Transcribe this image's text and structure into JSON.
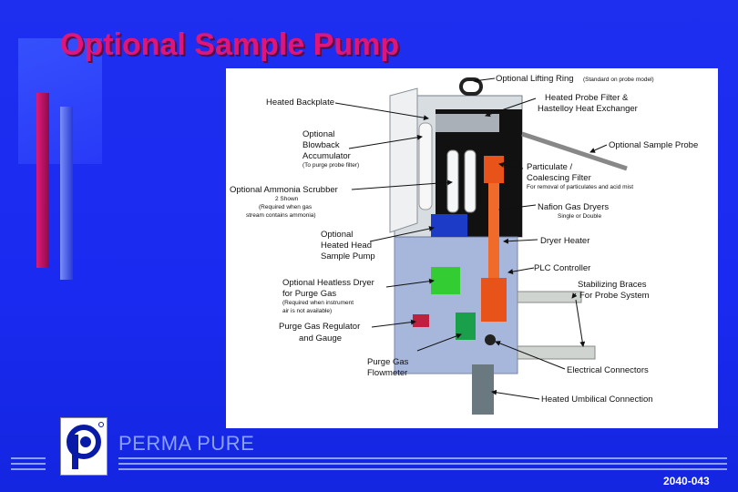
{
  "slide": {
    "title": "Optional Sample Pump",
    "brand": "PERMA PURE",
    "slide_number": "2040-043",
    "colors": {
      "background": "#1f2ff0",
      "title": "#e0157a",
      "accent_bar": "#c0106a"
    }
  },
  "diagram": {
    "labels": {
      "lifting_ring": "Optional Lifting Ring",
      "lifting_ring_note": "(Standard on probe model)",
      "heated_backplate": "Heated Backplate",
      "probe_filter_1": "Heated Probe Filter &",
      "probe_filter_2": "Hastelloy Heat Exchanger",
      "blowback_1": "Optional",
      "blowback_2": "Blowback",
      "blowback_3": "Accumulator",
      "blowback_note": "(To purge probe filter)",
      "sample_probe": "Optional Sample Probe",
      "particulate_1": "Particulate /",
      "particulate_2": "Coalescing Filter",
      "particulate_note": "For removal of particulates and acid mist",
      "scrubber": "Optional Ammonia Scrubber",
      "scrubber_note_1": "2 Shown",
      "scrubber_note_2": "(Required when gas",
      "scrubber_note_3": "stream contains ammonia)",
      "nafion_1": "Nafion Gas Dryers",
      "nafion_2": "Single or Double",
      "pump_1": "Optional",
      "pump_2": "Heated Head",
      "pump_3": "Sample Pump",
      "dryer_heater": "Dryer Heater",
      "plc": "PLC Controller",
      "heatless_1": "Optional Heatless Dryer",
      "heatless_2": "for Purge Gas",
      "heatless_note_1": "(Required when instrument",
      "heatless_note_2": "air is not available)",
      "braces_1": "Stabilizing Braces",
      "braces_2": "For Probe System",
      "regulator_1": "Purge Gas Regulator",
      "regulator_2": "and Gauge",
      "flowmeter_1": "Purge Gas",
      "flowmeter_2": "Flowmeter",
      "electrical": "Electrical Connectors",
      "umbilical": "Heated Umbilical Connection"
    }
  }
}
